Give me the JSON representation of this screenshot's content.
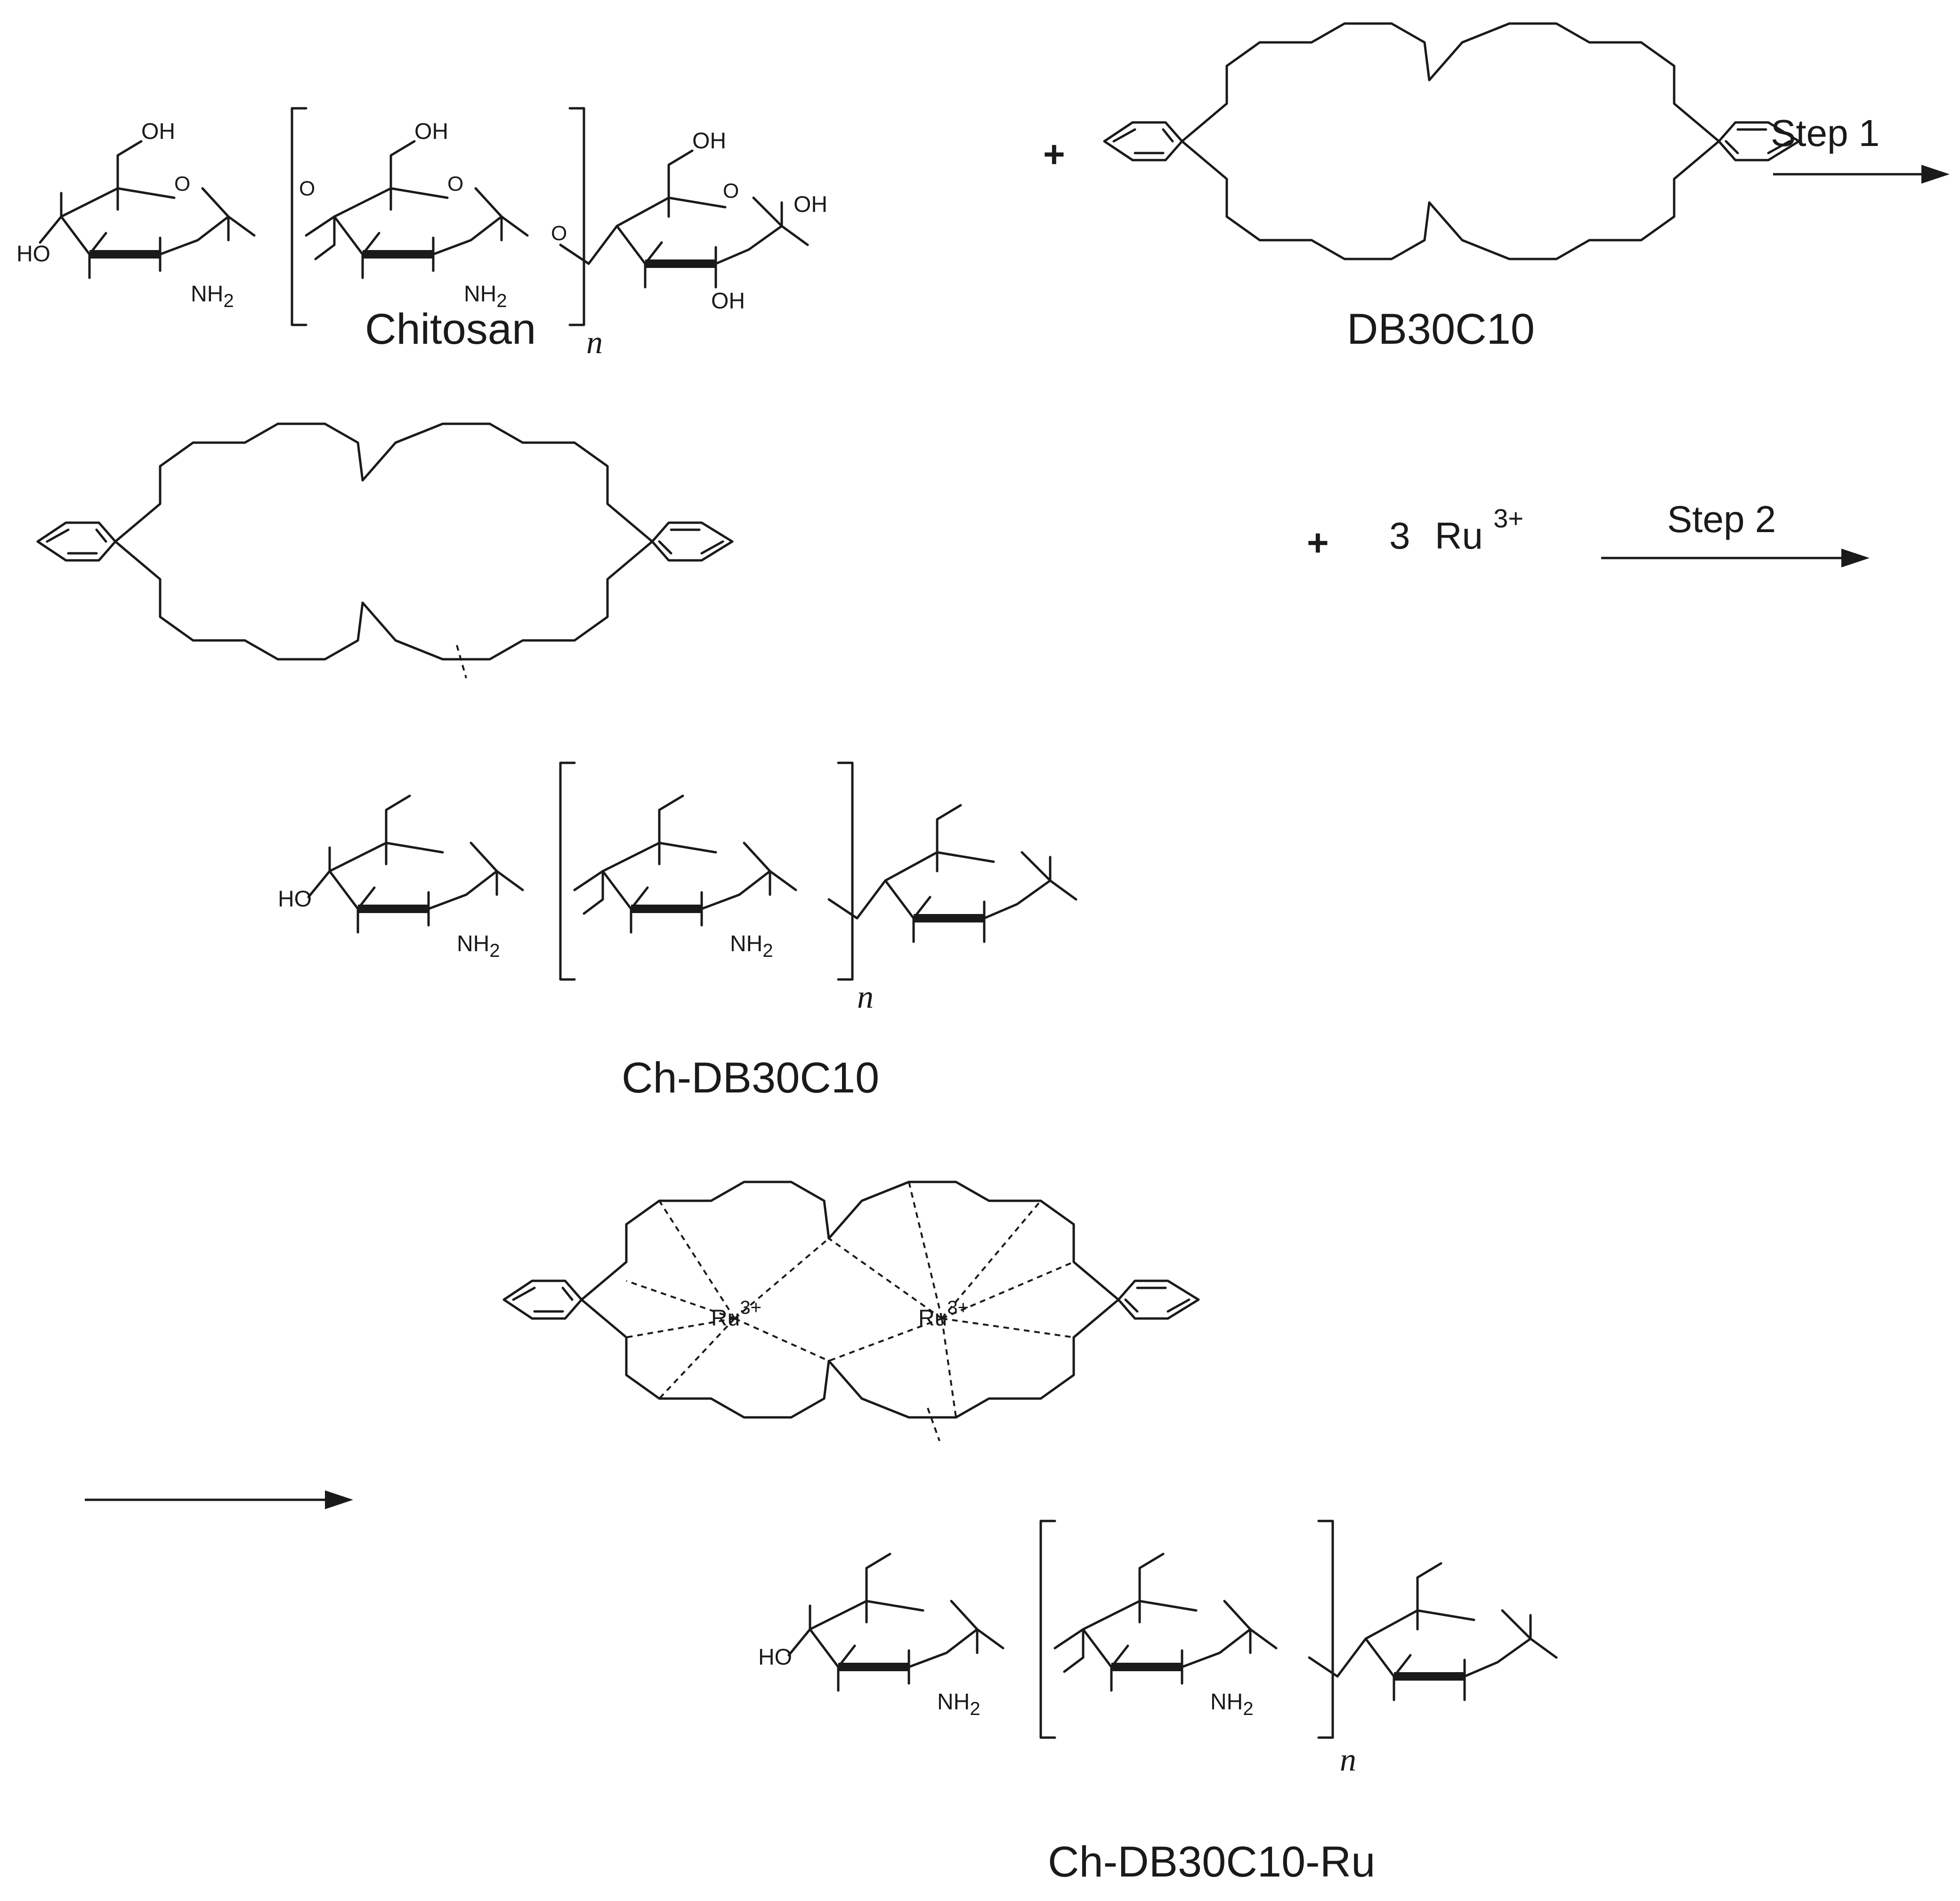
{
  "compounds": {
    "chitosan": "Chitosan",
    "crown_ether": "DB30C10",
    "intermediate": "Ch-DB30C10",
    "product": "Ch-DB30C10-Ru"
  },
  "steps": {
    "step1": "Step 1",
    "step2": "Step 2"
  },
  "reagent": {
    "plus": "+",
    "coefficient": "3",
    "ion": "Ru",
    "charge": "3+"
  },
  "repeat_subscript": "n",
  "atoms": {
    "oxygen": "O",
    "hydrogen": "H",
    "hydroxyl": "OH",
    "hydroxyl_left": "HO",
    "amine": "NH",
    "amine_sub": "2",
    "ruthenium": "Ru",
    "ruthenium_charge": "3+"
  }
}
